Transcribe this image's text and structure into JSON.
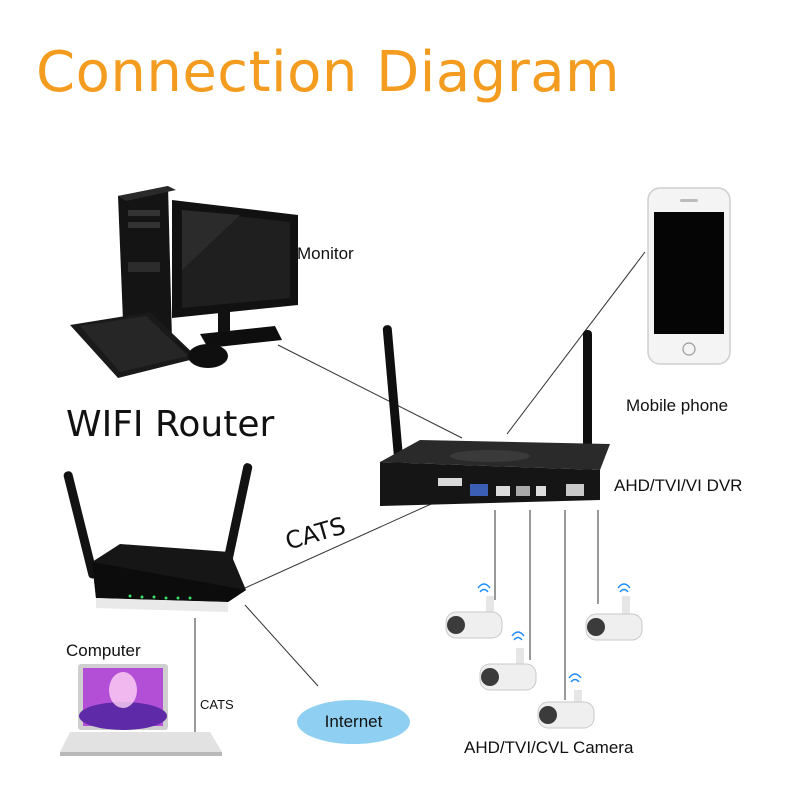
{
  "title": "Connection Diagram",
  "labels": {
    "monitor": "Monitor",
    "mobile_phone": "Mobile phone",
    "wifi_router": "WIFI Router",
    "dvr": "AHD/TVI/VI DVR",
    "cats_main": "CATS",
    "computer": "Computer",
    "cats_small": "CATS",
    "internet": "Internet",
    "camera": "AHD/TVI/CVL Camera"
  },
  "colors": {
    "title": "#f39c1f",
    "internet_bubble": "#8fd0f2",
    "device_dark": "#1a1a1a",
    "line": "#333333"
  },
  "icons": [
    "desktop-pc-icon",
    "smartphone-icon",
    "router-icon",
    "dvr-icon",
    "laptop-icon",
    "camera-icon",
    "wifi-signal-icon"
  ]
}
